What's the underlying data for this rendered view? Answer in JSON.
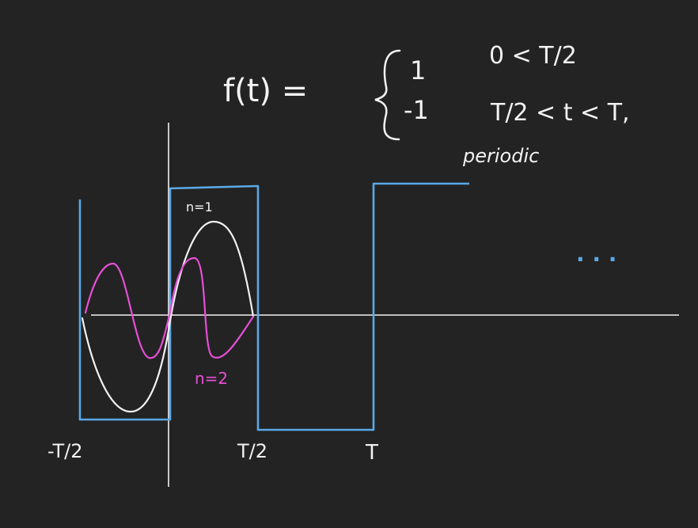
{
  "equation": {
    "lhs": "f(t) =",
    "case1_value": "1",
    "case1_condition": "0 < T/2",
    "case2_value": "-1",
    "case2_condition": "T/2 < t < T,",
    "note": "periodic"
  },
  "labels": {
    "n1": "n=1",
    "n2": "n=2",
    "neg_half_T": "-T/2",
    "half_T": "T/2",
    "T": "T",
    "ellipsis": ". . ."
  },
  "colors": {
    "background": "#232323",
    "square_wave": "#5ba8e6",
    "harmonic_n1": "#f2f2f2",
    "harmonic_n2": "#e64fd6",
    "axes": "#f2f2f2"
  }
}
